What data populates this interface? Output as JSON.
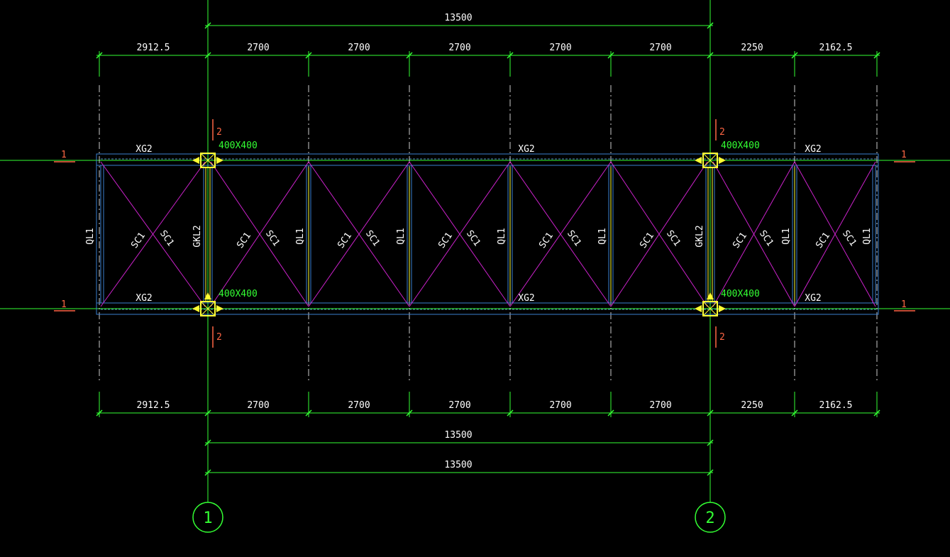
{
  "colors": {
    "background": "#000000",
    "dimension": "#33ff33",
    "axis": "#33ff33",
    "beam": "#3a7fd0",
    "beam_inner": "#6fb8ff",
    "brace": "#cc22cc",
    "column": "#ffff33",
    "section_marker": "#ff6644",
    "text": "#ffffff"
  },
  "dimensions": {
    "top_total": "13500",
    "top_segments": [
      "2912.5",
      "2700",
      "2700",
      "2700",
      "2700",
      "2700",
      "2250",
      "2162.5"
    ],
    "bottom_segments": [
      "2912.5",
      "2700",
      "2700",
      "2700",
      "2700",
      "2700",
      "2250",
      "2162.5"
    ],
    "bottom_total_1": "13500",
    "bottom_total_2": "13500"
  },
  "beams": {
    "top_left": "XG2",
    "top_mid": "XG2",
    "top_right": "XG2",
    "bottom_left": "XG2",
    "bottom_mid": "XG2",
    "bottom_right": "XG2"
  },
  "bay_labels": {
    "ql": "QL1",
    "gkl": "GKL2",
    "brace": "SC1"
  },
  "columns": {
    "size_label": "400X400"
  },
  "section_marks": {
    "horizontal": "1",
    "vertical": "2"
  },
  "axes": {
    "left": "1",
    "right": "2"
  }
}
